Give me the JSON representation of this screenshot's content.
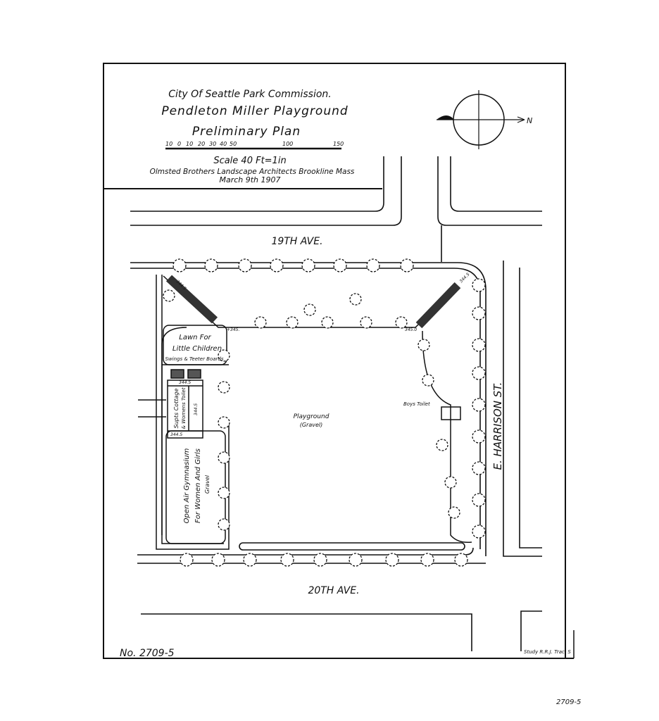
{
  "title_block": {
    "commission": "City Of Seattle Park Commission.",
    "name": "Pendleton Miller Playground",
    "subtitle": "Preliminary Plan",
    "scale_ticks": [
      "10",
      "0",
      "10",
      "20",
      "30",
      "40",
      "50",
      "100",
      "150"
    ],
    "scale": "Scale 40 Ft=1in",
    "architect": "Olmsted Brothers Landscape Architects Brookline Mass",
    "date": "March 9th 1907"
  },
  "compass": {
    "north_label": "N"
  },
  "streets": {
    "north": "19TH AVE.",
    "south": "20TH AVE.",
    "east": "E. HARRISON ST."
  },
  "areas": {
    "lawn_line1": "Lawn For",
    "lawn_line2": "Little Children",
    "lawn_line3": "Swings & Teeter Boards",
    "cottage_line1": "Supts Cottage",
    "cottage_line2": "& Womens Toilet",
    "gym_line1": "Open Air Gymnasium",
    "gym_line2": "For Women And Girls",
    "gym_line3": "Gravel",
    "playground_line1": "Playground",
    "playground_line2": "(Gravel)",
    "boys_toilet": "Boys Toilet"
  },
  "elevations": [
    "+345.",
    "344.5",
    "344.5",
    "344.5",
    "345.0",
    "344.5",
    "344.5"
  ],
  "sheet_number": "No. 2709-5",
  "credit": "Study R.R.J. Trac. S",
  "margin_number": "2709-5"
}
